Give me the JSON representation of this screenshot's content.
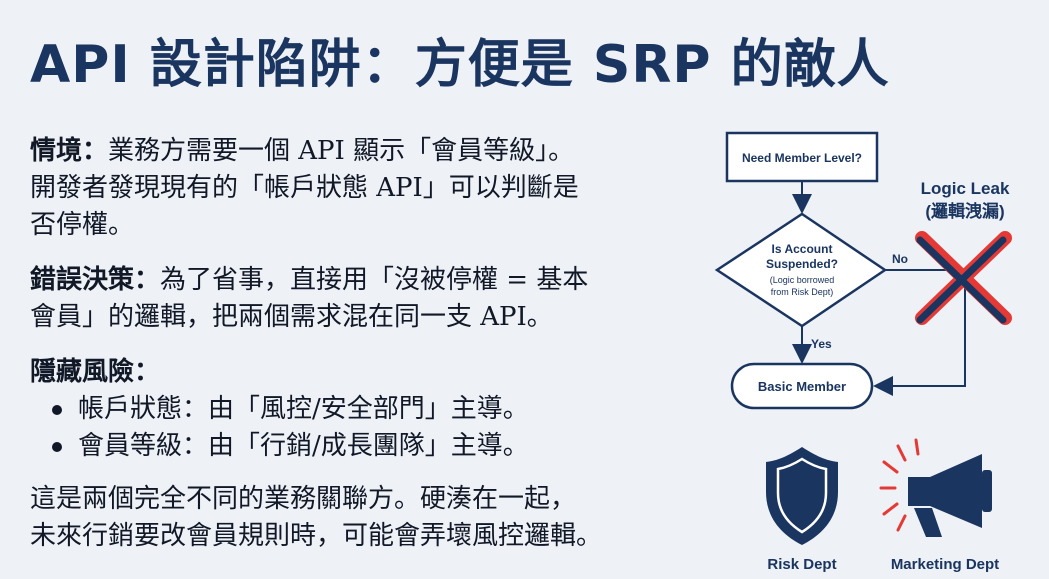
{
  "title": "API 設計陷阱：方便是 SRP 的敵人",
  "situation": {
    "label": "情境：",
    "line1": "業務方需要一個 API 顯示「會員等級」。",
    "line2": "開發者發現現有的「帳戶狀態 API」可以判斷是",
    "line3": "否停權。"
  },
  "decision": {
    "label": "錯誤決策：",
    "line1": "為了省事，直接用「沒被停權 = 基本",
    "line2": "會員」的邏輯，把兩個需求混在同一支 API。"
  },
  "risk": {
    "label": "隱藏風險：",
    "bullets": [
      "帳戶狀態：由「風控/安全部門」主導。",
      "會員等級：由「行銷/成長團隊」主導。"
    ]
  },
  "closing": {
    "line1": "這是兩個完全不同的業務關聯方。硬湊在一起，",
    "line2": "未來行銷要改會員規則時，可能會弄壞風控邏輯。"
  },
  "flowchart": {
    "start": "Need Member Level?",
    "decision_line1": "Is Account",
    "decision_line2": "Suspended?",
    "decision_note1": "(Logic borrowed",
    "decision_note2": "from Risk Dept)",
    "no_label": "No",
    "yes_label": "Yes",
    "end": "Basic Member",
    "leak_title": "Logic Leak",
    "leak_subtitle": "(邏輯洩漏)"
  },
  "departments": {
    "risk": "Risk Dept",
    "marketing": "Marketing Dept"
  },
  "colors": {
    "navy": "#1a3560",
    "alert_red": "#e53935",
    "background": "#eef1f5"
  }
}
